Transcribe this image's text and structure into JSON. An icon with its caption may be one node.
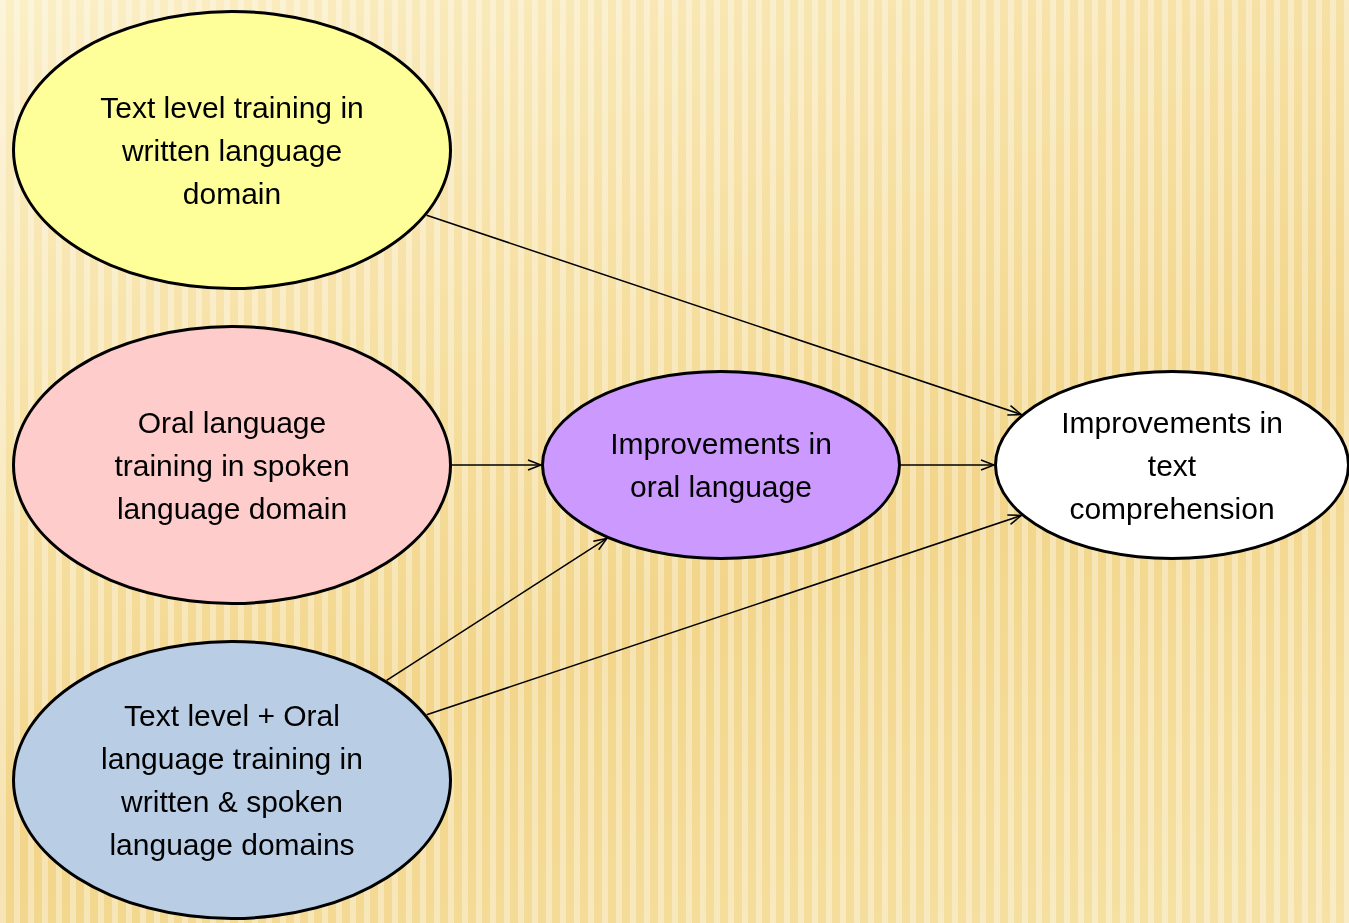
{
  "diagram": {
    "nodes": [
      {
        "text": [
          "Text level training in written language domain"
        ]
      },
      {
        "text": [
          "Oral language training in spoken language domain"
        ]
      },
      {
        "text": [
          "Text level + Oral language training in written & spoken language domains"
        ]
      },
      {
        "text": [
          "Improvements in oral language"
        ]
      },
      {
        "text": [
          "Improvements in text comprehension"
        ]
      }
    ],
    "edges": [
      {
        "from": 0,
        "to": 4,
        "arrow": "to"
      },
      {
        "from": 1,
        "to": 3,
        "arrow": "to"
      },
      {
        "from": 3,
        "to": 4,
        "arrow": "to"
      },
      {
        "from": 2,
        "to": 3,
        "arrow": "to"
      },
      {
        "from": 2,
        "to": 4,
        "arrow": "to"
      }
    ]
  }
}
